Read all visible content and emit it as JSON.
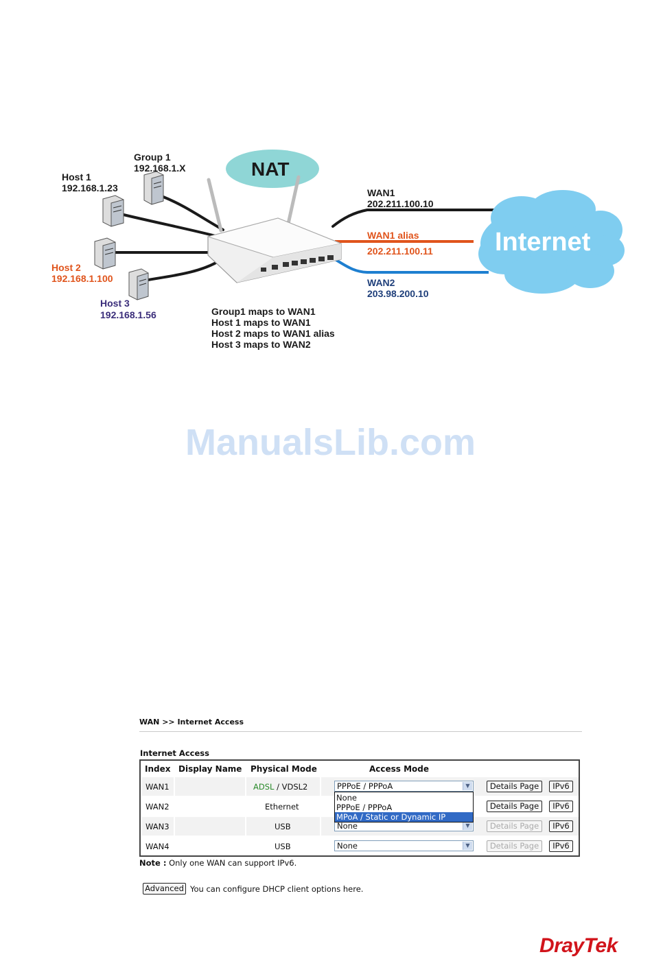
{
  "diagram": {
    "nat": "NAT",
    "internet": "Internet",
    "group1": {
      "name": "Group 1",
      "ip": "192.168.1.X"
    },
    "host1": {
      "name": "Host 1",
      "ip": "192.168.1.23"
    },
    "host2": {
      "name": "Host 2",
      "ip": "192.168.1.100"
    },
    "host3": {
      "name": "Host 3",
      "ip": "192.168.1.56"
    },
    "wan1": {
      "name": "WAN1",
      "ip": "202.211.100.10"
    },
    "wan1_alias": {
      "name": "WAN1 alias",
      "ip": "202.211.100.11"
    },
    "wan2": {
      "name": "WAN2",
      "ip": "203.98.200.10"
    },
    "mappings": [
      "Group1 maps to WAN1",
      "Host 1 maps to WAN1",
      "Host 2 maps to WAN1 alias",
      "Host 3 maps to WAN2"
    ],
    "colors": {
      "wan1_alias": "#e0541c",
      "wan2": "#1e7fd0",
      "cloud": "#7fcdf0",
      "nat": "#8fd6d6"
    }
  },
  "watermark": "ManualsLib.com",
  "ui": {
    "breadcrumb": "WAN >> Internet Access",
    "section_title": "Internet Access",
    "headers": {
      "index": "Index",
      "display_name": "Display Name",
      "physical_mode": "Physical Mode",
      "access_mode": "Access Mode"
    },
    "rows": [
      {
        "index": "WAN1",
        "display_name": "",
        "physical_adsl": "ADSL",
        "physical_sep": " / ",
        "physical_vdsl": "VDSL2",
        "access_mode": "PPPoE / PPPoA",
        "details": "Details Page",
        "ipv6": "IPv6",
        "details_enabled": true
      },
      {
        "index": "WAN2",
        "display_name": "",
        "physical": "Ethernet",
        "access_mode": "",
        "details": "Details Page",
        "ipv6": "IPv6",
        "details_enabled": true
      },
      {
        "index": "WAN3",
        "display_name": "",
        "physical": "USB",
        "access_mode": "None",
        "details": "Details Page",
        "ipv6": "IPv6",
        "details_enabled": false
      },
      {
        "index": "WAN4",
        "display_name": "",
        "physical": "USB",
        "access_mode": "None",
        "details": "Details Page",
        "ipv6": "IPv6",
        "details_enabled": false
      }
    ],
    "dropdown_options": [
      "None",
      "PPPoE / PPPoA",
      "MPoA / Static or Dynamic IP"
    ],
    "dropdown_highlighted": "MPoA / Static or Dynamic IP",
    "note_label": "Note :",
    "note_text": " Only one WAN can support IPv6.",
    "advanced_button": "Advanced",
    "advanced_text": "You can configure DHCP client options here."
  },
  "brand": "DrayTek"
}
